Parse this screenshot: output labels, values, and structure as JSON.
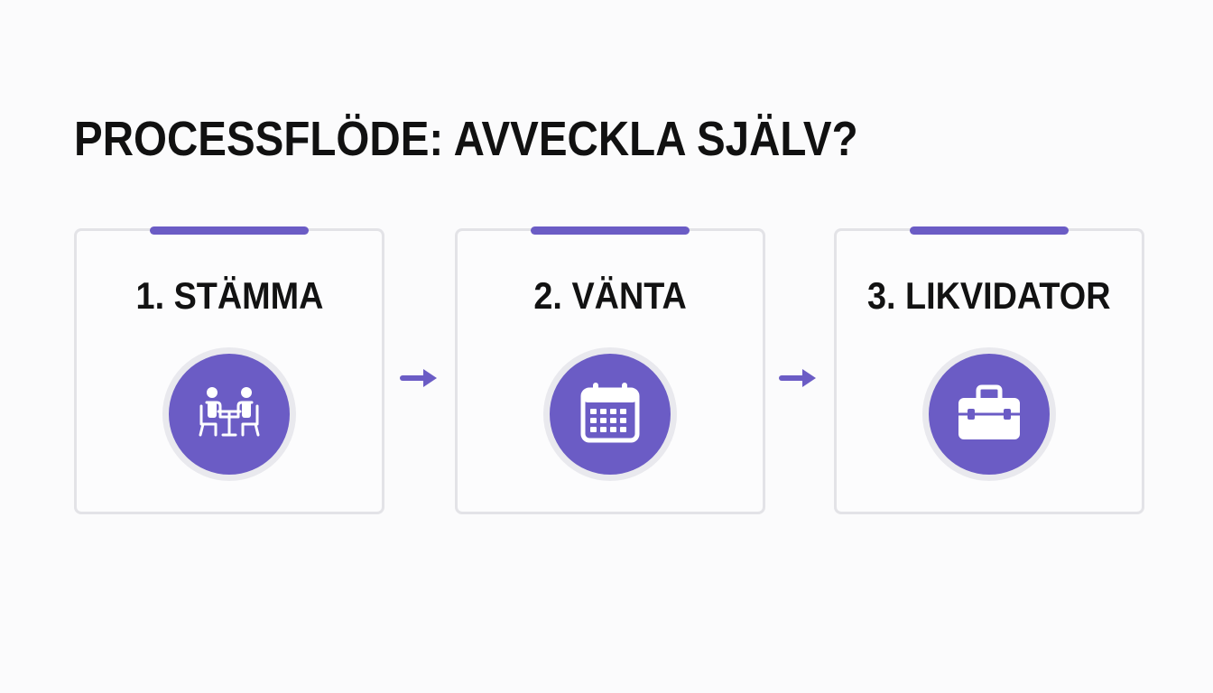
{
  "title": "PROCESSFLÖDE: AVVECKLA SJÄLV?",
  "colors": {
    "accent": "#6b5cc5",
    "card_border": "#e3e3e7",
    "text": "#111111",
    "background": "#fbfbfc"
  },
  "steps": [
    {
      "label": "1. STÄMMA",
      "icon": "meeting-icon"
    },
    {
      "label": "2. VÄNTA",
      "icon": "calendar-icon"
    },
    {
      "label": "3. LIKVIDATOR",
      "icon": "briefcase-icon"
    }
  ]
}
